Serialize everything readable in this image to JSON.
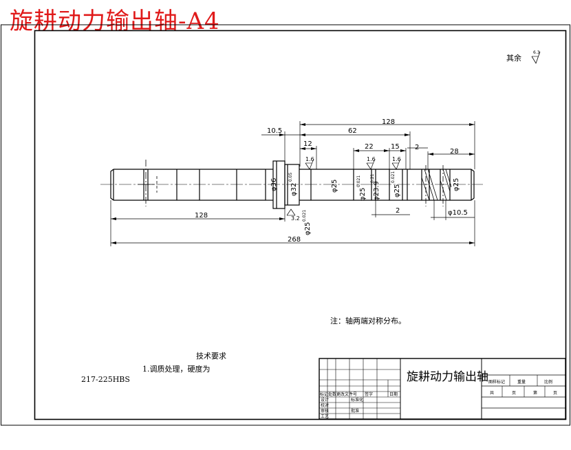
{
  "drawing_title": "旋耕动力输出轴-A4",
  "roughness_note": {
    "label": "其余",
    "value": "6.3"
  },
  "dimensions": {
    "d10_5": "10.5",
    "d62": "62",
    "d128_top": "128",
    "d12": "12",
    "d22": "22",
    "d15": "15",
    "d2_top": "2",
    "d28": "28",
    "d128_bottom": "128",
    "d268": "268",
    "d2_bottom": "2",
    "phi36": "φ36",
    "phi32": "φ32",
    "phi32_tol": "0.05",
    "phi25_a": "φ25",
    "phi25_b": "φ25",
    "phi25_b_tol": "0.021",
    "phi23_9": "φ23.9",
    "phi23_9_tol": "0.21",
    "phi25_c": "φ25",
    "phi25_c_tol": "0.021",
    "phi25_d": "φ25",
    "phi25_e": "φ25",
    "phi25_e_tol": "0.021",
    "phi10_5": "φ10.5"
  },
  "roughness": {
    "r1": "1.6",
    "r2": "1.6",
    "r3": "1.6",
    "r4": "3.2"
  },
  "note_text": "注：轴两端对称分布。",
  "tech_req": {
    "heading": "技术要求",
    "item1": "1.调质处理，硬度为",
    "hardness": "217-225HBS"
  },
  "title_block": {
    "part_name": "旋耕动力输出轴",
    "r1": [
      "图样标记",
      "重量",
      "比例"
    ],
    "r2": [
      "共",
      "页",
      "第",
      "页"
    ],
    "left_labels": [
      "标记",
      "处数",
      "更改文件号",
      "签字",
      "日期"
    ],
    "roles": [
      "设计",
      "校对",
      "审核",
      "工艺",
      "标准化",
      "批准"
    ]
  },
  "colors": {
    "title_red": "#e01a1a",
    "line": "#000000"
  }
}
